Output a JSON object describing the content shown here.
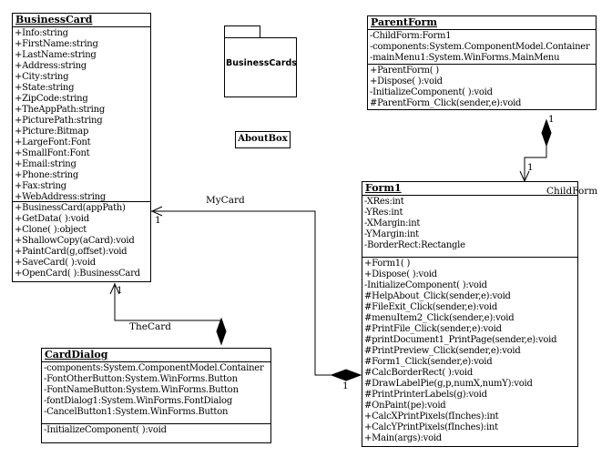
{
  "classes": {
    "business_card": {
      "name": "BusinessCard",
      "attributes": [
        "+Info:string",
        "+FirstName:string",
        "+LastName:string",
        "+Address:string",
        "+City:string",
        "+State:string",
        "+ZipCode:string",
        "+TheAppPath:string",
        "+PicturePath:string",
        "+Picture:Bitmap",
        "+LargeFont:Font",
        "+SmallFont:Font",
        "+Email:string",
        "+Phone:string",
        "+Fax:string",
        "+WebAddress:string"
      ],
      "operations": [
        "+BusinessCard(appPath)",
        "+GetData( ):void",
        "+Clone( ):object",
        "+ShallowCopy(aCard):void",
        "+PaintCard(g,offset):void",
        "+SaveCard( ):void",
        "+OpenCard( ):BusinessCard"
      ]
    },
    "parent_form": {
      "name": "ParentForm",
      "attributes": [
        "-ChildForm:Form1",
        "-components:System.ComponentModel.Container",
        "-mainMenu1:System.WinForms.MainMenu"
      ],
      "operations": [
        "+ParentForm( )",
        "+Dispose( ):void",
        "-InitializeComponent( ):void",
        "#ParentForm_Click(sender,e):void"
      ]
    },
    "form1": {
      "name": "Form1",
      "attributes": [
        "-XRes:int",
        "-YRes:int",
        "-XMargin:int",
        "-YMargin:int",
        "-BorderRect:Rectangle"
      ],
      "operations": [
        "+Form1( )",
        "+Dispose( ):void",
        "-InitializeComponent( ):void",
        "#HelpAbout_Click(sender,e):void",
        "#FileExit_Click(sender,e):void",
        "#menuItem2_Click(sender,e):void",
        "#PrintFile_Click(sender,e):void",
        "#printDocument1_PrintPage(sender,e):void",
        "#PrintPreview_Click(sender,e):void",
        "#Form1_Click(sender,e):void",
        "#CalcBorderRect( ):void",
        "#DrawLabelPie(g,p,numX,numY):void",
        "#PrintPrinterLabels(g):void",
        "#OnPaint(pe):void",
        "+CalcXPrintPixels(fInches):int",
        "+CalcYPrintPixels(fInches):int",
        "+Main(args):void"
      ]
    },
    "card_dialog": {
      "name": "CardDialog",
      "attributes": [
        "-components:System.ComponentModel.Container",
        "-FontOtherButton:System.WinForms.Button",
        "-FontNameButton:System.WinForms.Button",
        "-fontDialog1:System.WinForms.FontDialog",
        "-CancelButton1:System.WinForms.Button"
      ],
      "operations": [
        "-InitializeComponent( ):void"
      ]
    }
  },
  "package": {
    "name": "BusinessCards"
  },
  "about_box": {
    "name": "AboutBox"
  },
  "associations": {
    "parent_child": {
      "role": "ChildForm",
      "mult_source": "1",
      "mult_target": "1"
    },
    "form_card": {
      "role": "MyCard",
      "mult_source": "1",
      "mult_target": "1"
    },
    "dialog_card": {
      "role": "TheCard",
      "mult_target": "1"
    }
  }
}
